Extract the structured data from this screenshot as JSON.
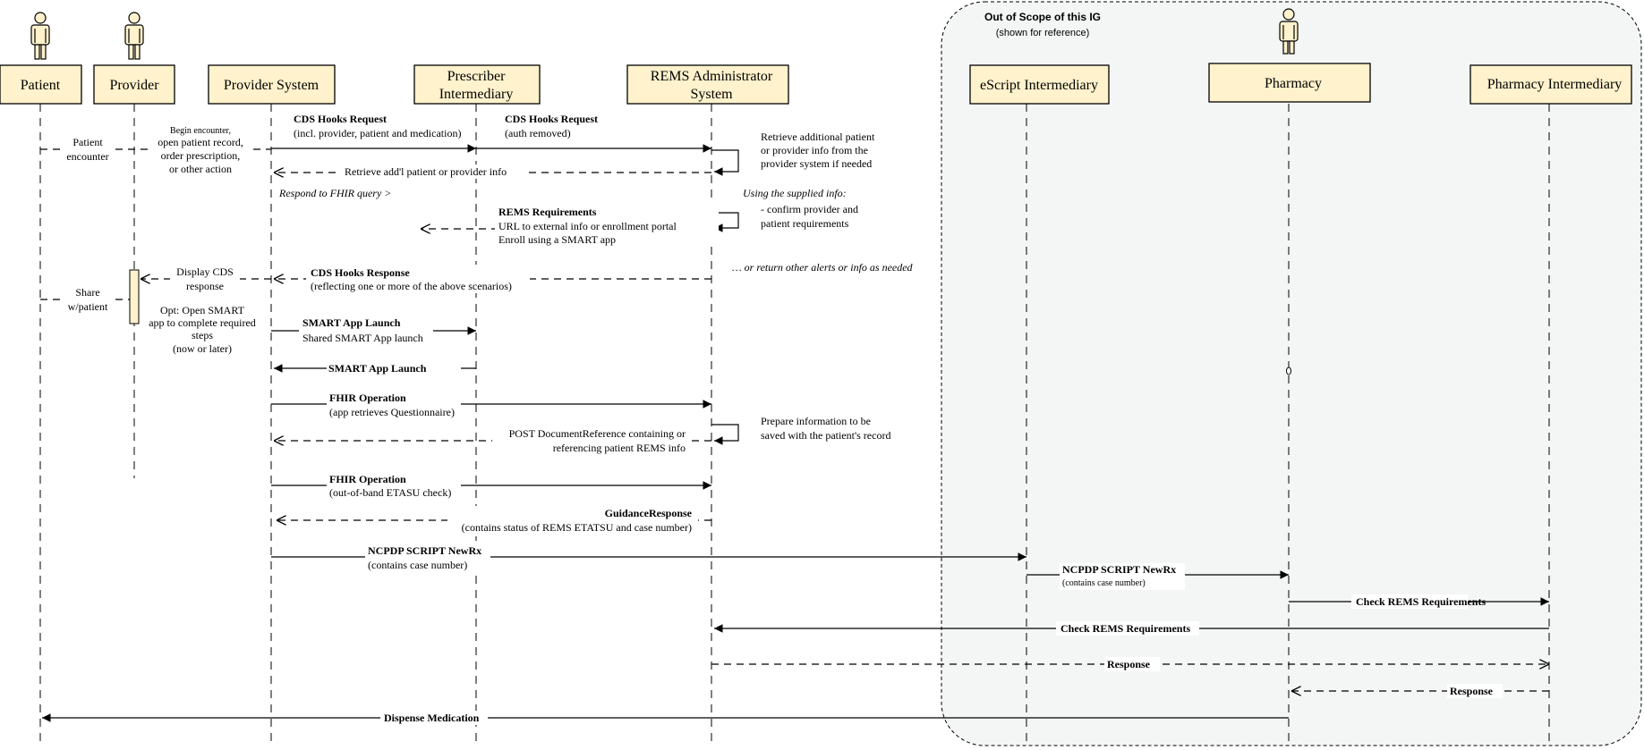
{
  "actors": {
    "patient": "Patient",
    "provider": "Provider",
    "provider_system": "Provider System",
    "prescriber_intermediary": [
      "Prescriber",
      "Intermediary"
    ],
    "rems_admin": [
      "REMS Administrator",
      "System"
    ],
    "escript_intermediary": "eScript Intermediary",
    "pharmacy": "Pharmacy",
    "pharmacy_intermediary": "Pharmacy Intermediary"
  },
  "scope": {
    "title": "Out of Scope of this IG",
    "subtitle": "(shown for reference)"
  },
  "notes": {
    "patient_encounter": [
      "Patient",
      "encounter"
    ],
    "begin_encounter": [
      "Begin encounter,",
      "open patient record,",
      "order prescription,",
      "or other action"
    ],
    "share_patient": [
      "Share",
      "w/patient"
    ],
    "display_cds": [
      "Display CDS",
      "response"
    ],
    "opt_smart": [
      "Opt: Open SMART",
      "app to complete required",
      "steps",
      "(now or later)"
    ],
    "respond_fhir": "Respond to FHIR query >",
    "retrieve_additional": [
      "Retrieve additional patient",
      "or provider info from the",
      "provider system if needed"
    ],
    "using_supplied": "Using the supplied info:",
    "confirm_provider": [
      "- confirm provider and",
      "patient requirements"
    ],
    "return_alerts": "… or return other alerts or info as needed",
    "prepare_info": [
      "Prepare information to be",
      "saved with the patient's record"
    ]
  },
  "messages": {
    "cds_req_1_title": "CDS Hooks Request",
    "cds_req_1_sub": "(incl. provider, patient and medication)",
    "cds_req_2_title": "CDS Hooks Request",
    "cds_req_2_sub": "(auth removed)",
    "retrieve_addl": "Retrieve add'l patient or provider info",
    "rems_req_title": "REMS Requirements",
    "rems_req_line1": "URL to external info or enrollment portal",
    "rems_req_line2": "Enroll using a SMART app",
    "cds_resp_title": "CDS Hooks Response",
    "cds_resp_sub": "(reflecting one or more of the above scenarios)",
    "smart_launch_title": "SMART App Launch",
    "smart_launch_sub": "Shared SMART App launch",
    "smart_launch_back": "SMART App Launch",
    "fhir_op_1_title": "FHIR Operation",
    "fhir_op_1_sub": "(app retrieves Questionnaire)",
    "post_docref_1": "POST DocumentReference containing or",
    "post_docref_2": "referencing patient REMS info",
    "fhir_op_2_title": "FHIR Operation",
    "fhir_op_2_sub": "(out-of-band ETASU check)",
    "guidance_title": "GuidanceResponse",
    "guidance_sub": "(contains status of REMS ETATSU and case number)",
    "ncpdp_1_title": "NCPDP SCRIPT NewRx",
    "ncpdp_1_sub": "(contains case number)",
    "ncpdp_2_title": "NCPDP SCRIPT NewRx",
    "ncpdp_2_sub": "(contains case number)",
    "check_rems_1": "Check REMS Requirements",
    "check_rems_2": "Check REMS Requirements",
    "response_1": "Response",
    "response_2": "Response",
    "dispense": "Dispense Medication"
  }
}
